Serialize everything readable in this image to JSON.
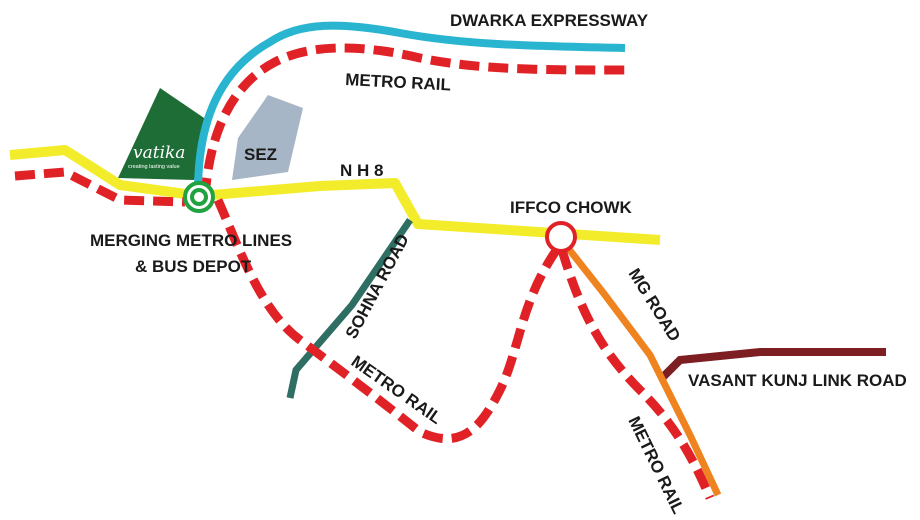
{
  "map": {
    "roads": {
      "dwarka_expressway": "DWARKA EXPRESSWAY",
      "nh8": "N H 8",
      "sohna_road": "SOHNA ROAD",
      "mg_road": "MG ROAD",
      "vasant_kunj_link_road": "VASANT KUNJ LINK ROAD"
    },
    "metro": {
      "label_top": "METRO RAIL",
      "label_middle": "METRO RAIL",
      "label_right": "METRO RAIL"
    },
    "places": {
      "merging_line1": "MERGING METRO LINES",
      "merging_line2": "& BUS DEPOT",
      "iffco_chowk": "IFFCO CHOWK",
      "sez": "SEZ"
    },
    "logo": {
      "name": "vatika",
      "tagline": "creating lasting value"
    },
    "colors": {
      "expressway": "#29b5d0",
      "metro": "#e02227",
      "nh8": "#f3ec2b",
      "sohna": "#2f6e62",
      "mg_road": "#ee8320",
      "vasant_kunj": "#7d1f22",
      "sez": "#a7b6c6",
      "logo_bg": "#1e6d36",
      "station_green": "#1fa23f"
    }
  }
}
